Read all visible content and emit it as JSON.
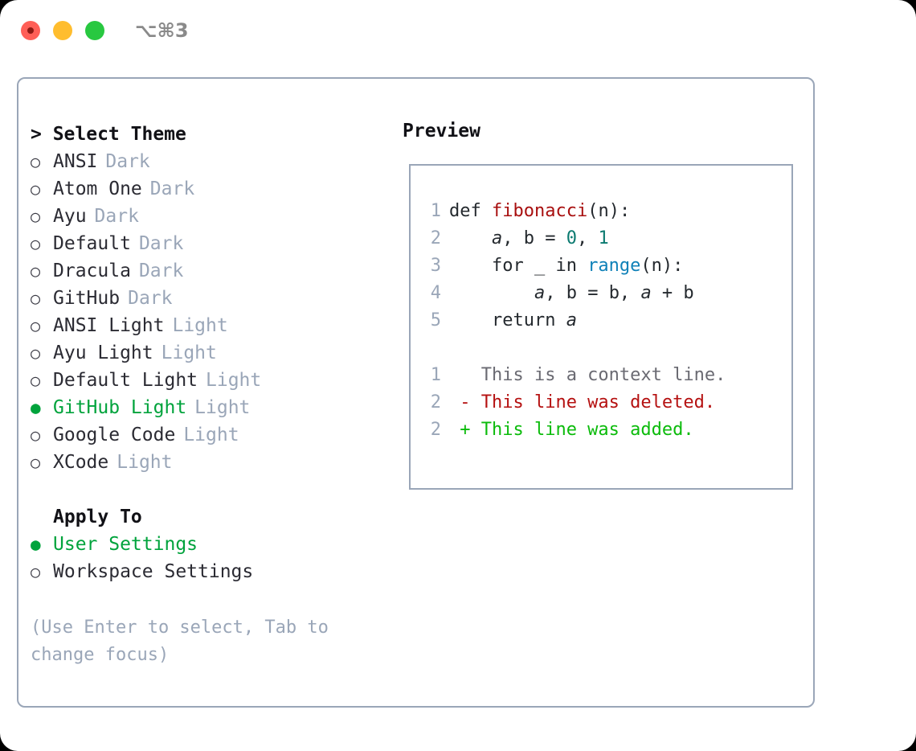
{
  "window": {
    "shortcut": "⌥⌘3",
    "traffic_lights": [
      "close",
      "minimize",
      "maximize"
    ]
  },
  "colors": {
    "accent_green": "#00a33c",
    "muted": "#9aa6b8",
    "text": "#2b2b33",
    "border": "#9aa6b8",
    "diff_add": "#0bbb0b",
    "diff_del": "#b51111",
    "code_function": "#a80f0f",
    "code_number": "#0b7a70",
    "code_builtin": "#0f81b8"
  },
  "theme_list": {
    "header": "> Select Theme",
    "items": [
      {
        "marker": "○",
        "name": "ANSI",
        "tag": "Dark",
        "selected": false
      },
      {
        "marker": "○",
        "name": "Atom One",
        "tag": "Dark",
        "selected": false
      },
      {
        "marker": "○",
        "name": "Ayu",
        "tag": "Dark",
        "selected": false
      },
      {
        "marker": "○",
        "name": "Default",
        "tag": "Dark",
        "selected": false
      },
      {
        "marker": "○",
        "name": "Dracula",
        "tag": "Dark",
        "selected": false
      },
      {
        "marker": "○",
        "name": "GitHub",
        "tag": "Dark",
        "selected": false
      },
      {
        "marker": "○",
        "name": "ANSI Light",
        "tag": "Light",
        "selected": false
      },
      {
        "marker": "○",
        "name": "Ayu Light",
        "tag": "Light",
        "selected": false
      },
      {
        "marker": "○",
        "name": "Default Light",
        "tag": "Light",
        "selected": false
      },
      {
        "marker": "●",
        "name": "GitHub Light",
        "tag": "Light",
        "selected": true
      },
      {
        "marker": "○",
        "name": "Google Code",
        "tag": "Light",
        "selected": false
      },
      {
        "marker": "○",
        "name": "XCode",
        "tag": "Light",
        "selected": false
      }
    ]
  },
  "apply_to": {
    "header": "Apply To",
    "items": [
      {
        "marker": "●",
        "name": "User Settings",
        "selected": true
      },
      {
        "marker": "○",
        "name": "Workspace Settings",
        "selected": false
      }
    ]
  },
  "hint": "(Use Enter to select, Tab to change focus)",
  "preview": {
    "title": "Preview",
    "code_lines": [
      {
        "no": "1",
        "tokens": [
          {
            "t": "def ",
            "c": "kw"
          },
          {
            "t": "fibonacci",
            "c": "fn"
          },
          {
            "t": "(n):",
            "c": "plain"
          }
        ]
      },
      {
        "no": "2",
        "tokens": [
          {
            "t": "    ",
            "c": "plain"
          },
          {
            "t": "a",
            "c": "var"
          },
          {
            "t": ", ",
            "c": "plain"
          },
          {
            "t": "b",
            "c": "plain"
          },
          {
            "t": " = ",
            "c": "plain"
          },
          {
            "t": "0",
            "c": "num"
          },
          {
            "t": ", ",
            "c": "plain"
          },
          {
            "t": "1",
            "c": "num"
          }
        ]
      },
      {
        "no": "3",
        "tokens": [
          {
            "t": "    for _ in ",
            "c": "plain"
          },
          {
            "t": "range",
            "c": "builtin"
          },
          {
            "t": "(n):",
            "c": "plain"
          }
        ]
      },
      {
        "no": "4",
        "tokens": [
          {
            "t": "        ",
            "c": "plain"
          },
          {
            "t": "a",
            "c": "var"
          },
          {
            "t": ", b = b, ",
            "c": "plain"
          },
          {
            "t": "a",
            "c": "var"
          },
          {
            "t": " + b",
            "c": "plain"
          }
        ]
      },
      {
        "no": "5",
        "tokens": [
          {
            "t": "    return ",
            "c": "plain"
          },
          {
            "t": "a",
            "c": "var"
          }
        ]
      }
    ],
    "diff_lines": [
      {
        "no": "1",
        "sign": " ",
        "text": " This is a context line.",
        "kind": "ctx"
      },
      {
        "no": "2",
        "sign": "-",
        "text": " This line was deleted.",
        "kind": "del"
      },
      {
        "no": "2",
        "sign": "+",
        "text": " This line was added.",
        "kind": "add"
      }
    ]
  }
}
